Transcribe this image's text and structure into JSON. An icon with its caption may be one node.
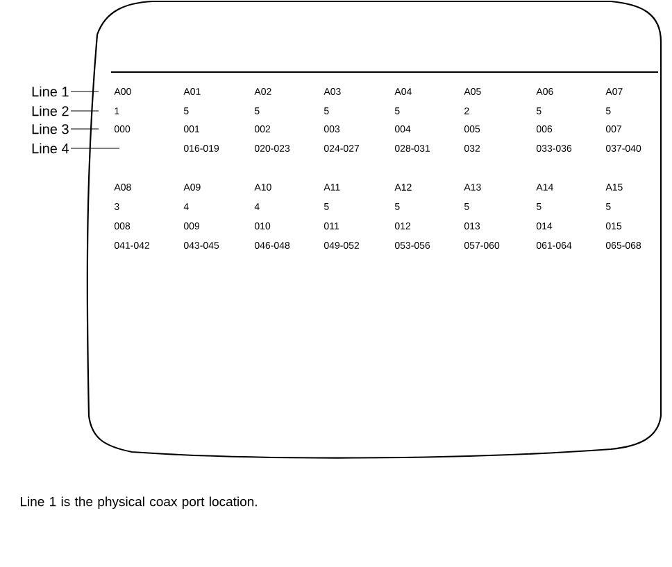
{
  "diagram": {
    "caption": "Line 1 is the physical coax port location.",
    "nodes": [
      {
        "text": [
          "Line 1"
        ]
      },
      {
        "text": [
          "Line 2"
        ]
      },
      {
        "text": [
          "Line 3"
        ]
      },
      {
        "text": [
          "Line 4"
        ]
      }
    ],
    "edges": [
      {
        "from": 0,
        "to": null,
        "arrow": "none"
      },
      {
        "from": 1,
        "to": null,
        "arrow": "none"
      },
      {
        "from": 2,
        "to": null,
        "arrow": "none"
      },
      {
        "from": 3,
        "to": null,
        "arrow": "none"
      }
    ],
    "labels": [
      "A00",
      "A01",
      "A02",
      "A03",
      "A04",
      "A05",
      "A06",
      "A07",
      "1",
      "5",
      "5",
      "5",
      "5",
      "2",
      "5",
      "5",
      "000",
      "001",
      "002",
      "003",
      "004",
      "005",
      "006",
      "007",
      "016-019",
      "020-023",
      "024-027",
      "028-031",
      "032",
      "033-036",
      "037-040",
      "A08",
      "A09",
      "A10",
      "A11",
      "A12",
      "A13",
      "A14",
      "A15",
      "3",
      "4",
      "4",
      "5",
      "5",
      "5",
      "5",
      "5",
      "008",
      "009",
      "010",
      "011",
      "012",
      "013",
      "014",
      "015",
      "041-042",
      "043-045",
      "046-048",
      "049-052",
      "053-056",
      "057-060",
      "061-064",
      "065-068"
    ]
  }
}
